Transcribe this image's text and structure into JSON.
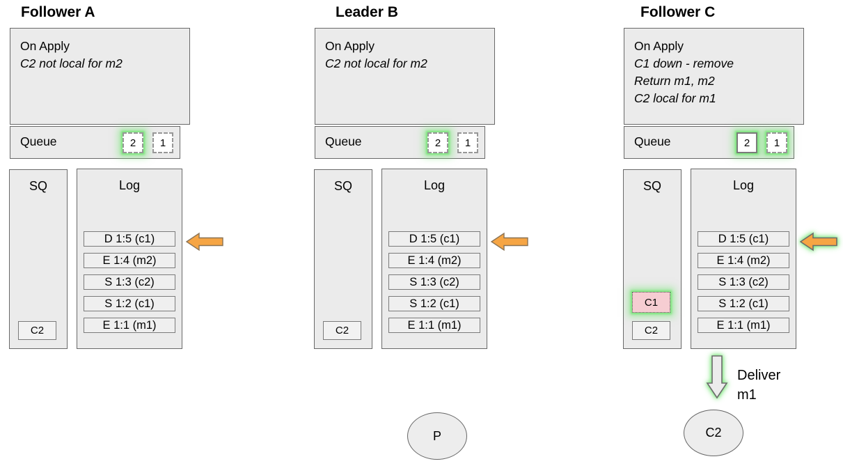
{
  "colors": {
    "box_fill": "#ebebeb",
    "box_border": "#686868",
    "arrow_orange": "#f6a544",
    "arrow_orange_border": "#8a7355",
    "glow_green": "#77e377",
    "pink_highlight": "#f6cdd2"
  },
  "nodes": [
    {
      "title": "Follower A",
      "on_apply": {
        "heading": "On Apply",
        "notes": [
          "C2 not local for m2"
        ]
      },
      "queue": {
        "label": "Queue",
        "slots": [
          "2",
          "1"
        ]
      },
      "sq": {
        "label": "SQ",
        "items": [
          "C2"
        ]
      },
      "log": {
        "label": "Log",
        "entries": [
          "D 1:5 (c1)",
          "E 1:4 (m2)",
          "S 1:3 (c2)",
          "S 1:2 (c1)",
          "E 1:1 (m1)"
        ]
      }
    },
    {
      "title": "Leader B",
      "on_apply": {
        "heading": "On Apply",
        "notes": [
          "C2 not local for m2"
        ]
      },
      "queue": {
        "label": "Queue",
        "slots": [
          "2",
          "1"
        ]
      },
      "sq": {
        "label": "SQ",
        "items": [
          "C2"
        ]
      },
      "log": {
        "label": "Log",
        "entries": [
          "D 1:5 (c1)",
          "E 1:4 (m2)",
          "S 1:3 (c2)",
          "S 1:2 (c1)",
          "E 1:1 (m1)"
        ]
      },
      "process_circle": "P"
    },
    {
      "title": "Follower C",
      "on_apply": {
        "heading": "On Apply",
        "notes": [
          "C1 down - remove",
          "Return m1, m2",
          "C2 local for m1"
        ]
      },
      "queue": {
        "label": "Queue",
        "slots": [
          "2",
          "1"
        ]
      },
      "sq": {
        "label": "SQ",
        "items": [
          "C1",
          "C2"
        ]
      },
      "log": {
        "label": "Log",
        "entries": [
          "D 1:5 (c1)",
          "E 1:4 (m2)",
          "S 1:3 (c2)",
          "S 1:2 (c1)",
          "E 1:1 (m1)"
        ]
      },
      "deliver": {
        "lines": [
          "Deliver",
          "m1"
        ]
      },
      "process_circle": "C2"
    }
  ]
}
